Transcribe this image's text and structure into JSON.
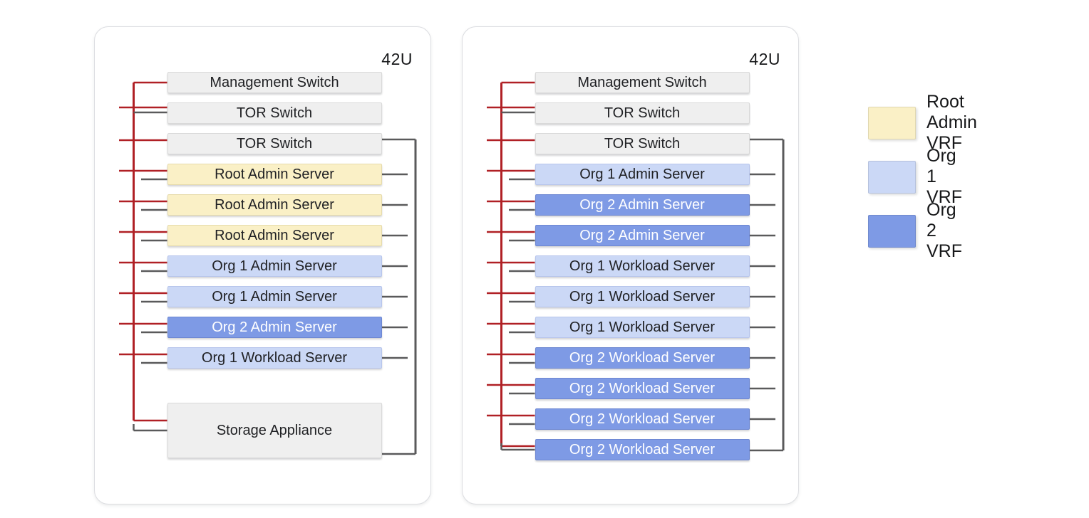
{
  "racks": [
    {
      "name": "rack-1",
      "capacity_label": "42U",
      "units": [
        {
          "label": "Management Switch",
          "vrf": "none"
        },
        {
          "label": "TOR Switch",
          "vrf": "none"
        },
        {
          "label": "TOR Switch",
          "vrf": "none"
        },
        {
          "label": "Root Admin Server",
          "vrf": "root-admin"
        },
        {
          "label": "Root Admin Server",
          "vrf": "root-admin"
        },
        {
          "label": "Root Admin Server",
          "vrf": "root-admin"
        },
        {
          "label": "Org 1 Admin Server",
          "vrf": "org1"
        },
        {
          "label": "Org 1 Admin Server",
          "vrf": "org1"
        },
        {
          "label": "Org 2 Admin Server",
          "vrf": "org2"
        },
        {
          "label": "Org 1 Workload Server",
          "vrf": "org1"
        },
        {
          "label": "Storage Appliance",
          "vrf": "none",
          "tall": true
        }
      ]
    },
    {
      "name": "rack-2",
      "capacity_label": "42U",
      "units": [
        {
          "label": "Management Switch",
          "vrf": "none"
        },
        {
          "label": "TOR Switch",
          "vrf": "none"
        },
        {
          "label": "TOR Switch",
          "vrf": "none"
        },
        {
          "label": "Org 1 Admin Server",
          "vrf": "org1"
        },
        {
          "label": "Org 2 Admin Server",
          "vrf": "org2"
        },
        {
          "label": "Org 2 Admin Server",
          "vrf": "org2"
        },
        {
          "label": "Org 1 Workload Server",
          "vrf": "org1"
        },
        {
          "label": "Org 1 Workload Server",
          "vrf": "org1"
        },
        {
          "label": "Org 1 Workload Server",
          "vrf": "org1"
        },
        {
          "label": "Org 2 Workload Server",
          "vrf": "org2"
        },
        {
          "label": "Org 2 Workload Server",
          "vrf": "org2"
        },
        {
          "label": "Org 2 Workload Server",
          "vrf": "org2"
        },
        {
          "label": "Org 2 Workload Server",
          "vrf": "org2"
        }
      ]
    }
  ],
  "legend": {
    "items": [
      {
        "label": "Root Admin VRF",
        "vrf": "root-admin"
      },
      {
        "label": "Org 1 VRF",
        "vrf": "org1"
      },
      {
        "label": "Org 2 VRF",
        "vrf": "org2"
      }
    ]
  },
  "colors": {
    "root_admin_vrf": "#faf0c6",
    "org1_vrf": "#cbd8f6",
    "org2_vrf": "#7e9ae5",
    "switch_fill": "#efefef",
    "management_link_red": "#b02025",
    "data_link_gray": "#5a5a5b"
  }
}
